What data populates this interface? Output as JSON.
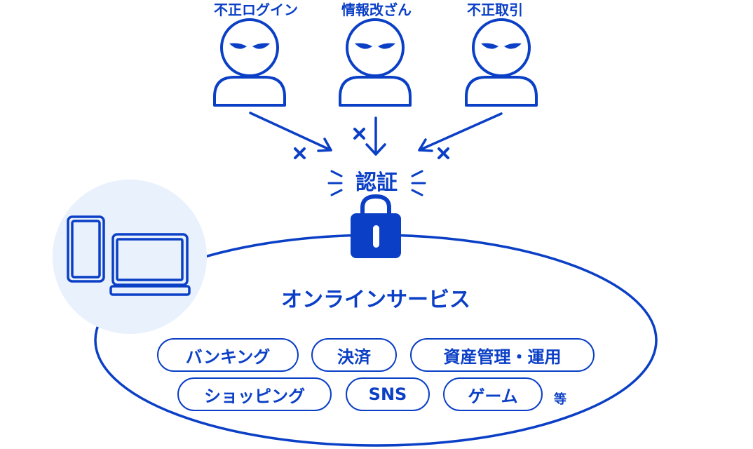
{
  "attackers": [
    {
      "label": "不正ログイン"
    },
    {
      "label": "情報改ざん"
    },
    {
      "label": "不正取引"
    }
  ],
  "auth": {
    "label": "認証"
  },
  "service": {
    "label": "オンラインサービス",
    "items": [
      "バンキング",
      "決済",
      "資産管理・運用",
      "ショッピング",
      "SNS",
      "ゲーム"
    ],
    "etc": "等"
  },
  "colors": {
    "primary": "#0a3fc6",
    "device_bg": "#e8f1fc",
    "background": "#ffffff"
  },
  "icons": [
    "attacker-icon",
    "arrow-icon",
    "blocked-x-icon",
    "padlock-icon",
    "smartphone-icon",
    "laptop-icon"
  ]
}
